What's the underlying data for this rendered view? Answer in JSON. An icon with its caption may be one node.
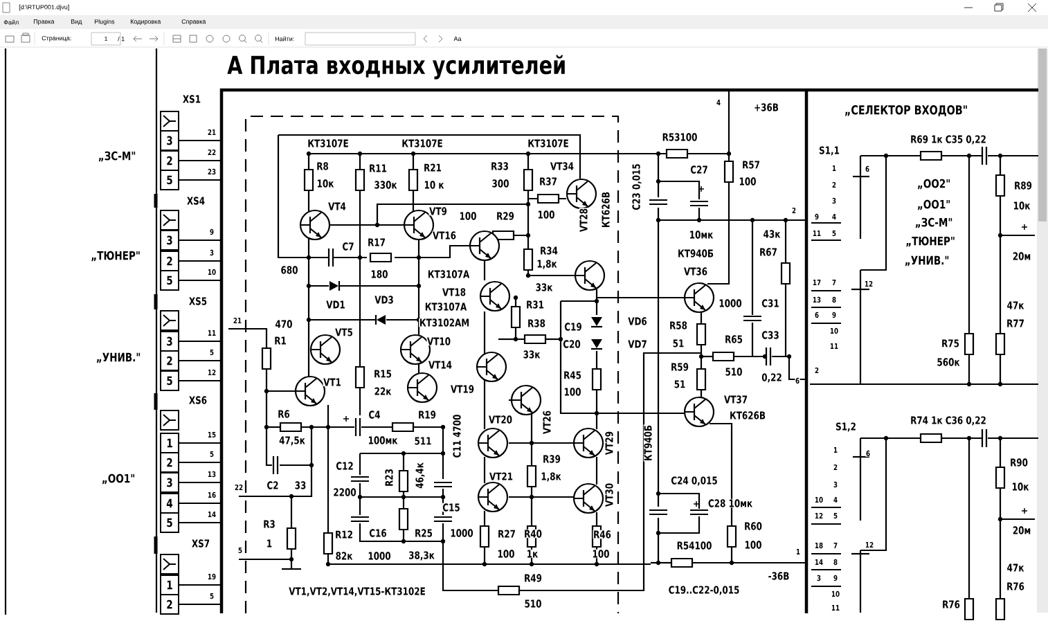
{
  "diagram": {
    "title": "А Плата входных усилителей",
    "nodes": [
      {
        "text": [],
        "shape": "box"
      },
      {
        "text": [
          "3"
        ]
      },
      {
        "text": [
          "2"
        ]
      },
      {
        "text": [
          "5"
        ]
      },
      {
        "text": [],
        "shape": "box"
      },
      {
        "text": [
          "3"
        ]
      },
      {
        "text": [
          "2"
        ]
      },
      {
        "text": [
          "5"
        ]
      },
      {
        "text": [],
        "shape": "box"
      },
      {
        "text": [
          "3"
        ]
      },
      {
        "text": [
          "2"
        ]
      },
      {
        "text": [
          "5"
        ]
      },
      {
        "text": [],
        "shape": "box"
      },
      {
        "text": [
          "1"
        ]
      },
      {
        "text": [
          "2"
        ]
      },
      {
        "text": [
          "3"
        ]
      },
      {
        "text": [
          "4"
        ]
      },
      {
        "text": [
          "5"
        ]
      },
      {
        "text": [],
        "shape": "box"
      },
      {
        "text": [
          "1"
        ]
      },
      {
        "text": [
          "2"
        ]
      }
    ],
    "edges": [
      {
        "from": 1,
        "to": null,
        "arrow": "none",
        "label": "21"
      },
      {
        "from": 2,
        "to": null,
        "arrow": "none",
        "label": "22"
      },
      {
        "from": 3,
        "to": null,
        "arrow": "none",
        "label": "23"
      },
      {
        "from": 5,
        "to": null,
        "arrow": "none",
        "label": "9"
      },
      {
        "from": 6,
        "to": null,
        "arrow": "none",
        "label": "3"
      },
      {
        "from": 7,
        "to": null,
        "arrow": "none",
        "label": "10"
      },
      {
        "from": 9,
        "to": null,
        "arrow": "none",
        "label": "11"
      },
      {
        "from": 10,
        "to": null,
        "arrow": "none",
        "label": "5"
      },
      {
        "from": 11,
        "to": null,
        "arrow": "none",
        "label": "12"
      },
      {
        "from": 13,
        "to": null,
        "arrow": "none",
        "label": "15"
      },
      {
        "from": 14,
        "to": null,
        "arrow": "none",
        "label": "5"
      },
      {
        "from": 15,
        "to": null,
        "arrow": "none",
        "label": "13"
      },
      {
        "from": 16,
        "to": null,
        "arrow": "none",
        "label": "16"
      },
      {
        "from": 17,
        "to": null,
        "arrow": "none",
        "label": "14"
      },
      {
        "from": 19,
        "to": null,
        "arrow": "none",
        "label": "19"
      },
      {
        "from": 20,
        "to": null,
        "arrow": "none",
        "label": "5"
      }
    ],
    "labels": [
      "[d:\\RTUP001.djvu]",
      "Файл",
      "Правка",
      "Вид",
      "Plugins",
      "Кодировка",
      "Справка",
      "Страница:",
      "1",
      "/ 1",
      "Найти:",
      "Aa",
      "XS1",
      "„ЗС-М\"",
      "XS4",
      "„ТЮНЕР\"",
      "XS5",
      "„УНИВ.\"",
      "XS6",
      "„ОО1\"",
      "XS7",
      "4",
      "+36В",
      "КТ3107Е",
      "КТ3107Е",
      "КТ3107Е",
      "R53100",
      "R8",
      "R11",
      "R21",
      "R33",
      "VT34",
      "C27",
      "R57",
      "10к",
      "330к",
      "10 к",
      "300",
      "R37",
      "C23 0,015",
      "100",
      "VT4",
      "VT9",
      "100",
      "R29",
      "100",
      "VT28",
      "КТ626В",
      "2",
      "VT16",
      "10мк",
      "43к",
      "C7",
      "R17",
      "R34",
      "КТ940Б",
      "R67",
      "680",
      "180",
      "КТ3107А",
      "1,8к",
      "VT36",
      "VT18",
      "33к",
      "VD1",
      "VD3",
      "КТ3107А",
      "R31",
      "1000",
      "C31",
      "21",
      "470",
      "КТ3102АМ",
      "R38",
      "C19",
      "VD6",
      "R58",
      "R1",
      "VT5",
      "VT10",
      "C20",
      "VD7",
      "51",
      "R65",
      "C33",
      "VT14",
      "33к",
      "R59",
      "VT1",
      "R15",
      "R45",
      "51",
      "510",
      "0,22",
      "6",
      "22к",
      "VT19",
      "100",
      "VT37",
      "R6",
      "C4",
      "R19",
      "VT20",
      "VT26",
      "КТ626В",
      "47,5к",
      "100мк",
      "511",
      "C11 4700",
      "VT29",
      "КТ940Б",
      "C12",
      "R39",
      "22",
      "C2",
      "33",
      "2200",
      "R23",
      "46,4к",
      "VT21",
      "1,8к",
      "VT30",
      "C24 0,015",
      "C15",
      "C28 10мк",
      "R3",
      "R12",
      "C16",
      "R25",
      "1000",
      "R27",
      "R40",
      "R46",
      "R60",
      "5",
      "1",
      "82к",
      "1000",
      "38,3к",
      "100",
      "1к",
      "100",
      "R54100",
      "100",
      "1",
      "R49",
      "-36В",
      "VT1,VT2,VT14,VT15-КТ3102Е",
      "C19..C22-0,015",
      "510",
      "„СЕЛЕКТОР ВХОДОВ\"",
      "R69 1к C35 0,22",
      "S1,1",
      "1",
      "6",
      "2",
      "„ОО2\"",
      "R89",
      "3",
      "„ОО1\"",
      "10к",
      "9",
      "4",
      "11",
      "5",
      "„ЗС-М\"",
      "„ТЮНЕР\"",
      "„УНИВ.\"",
      "20м",
      "17",
      "7",
      "12",
      "13",
      "8",
      "6",
      "9",
      "47к",
      "10",
      "R77",
      "11",
      "R75",
      "2",
      "560к",
      "S1,2",
      "R74 1к C36 0,22",
      "1",
      "6",
      "2",
      "R90",
      "3",
      "10к",
      "10",
      "4",
      "12",
      "5",
      "20м",
      "18",
      "7",
      "12",
      "14",
      "8",
      "47к",
      "3",
      "9",
      "10",
      "R76",
      "11",
      "R76"
    ]
  }
}
